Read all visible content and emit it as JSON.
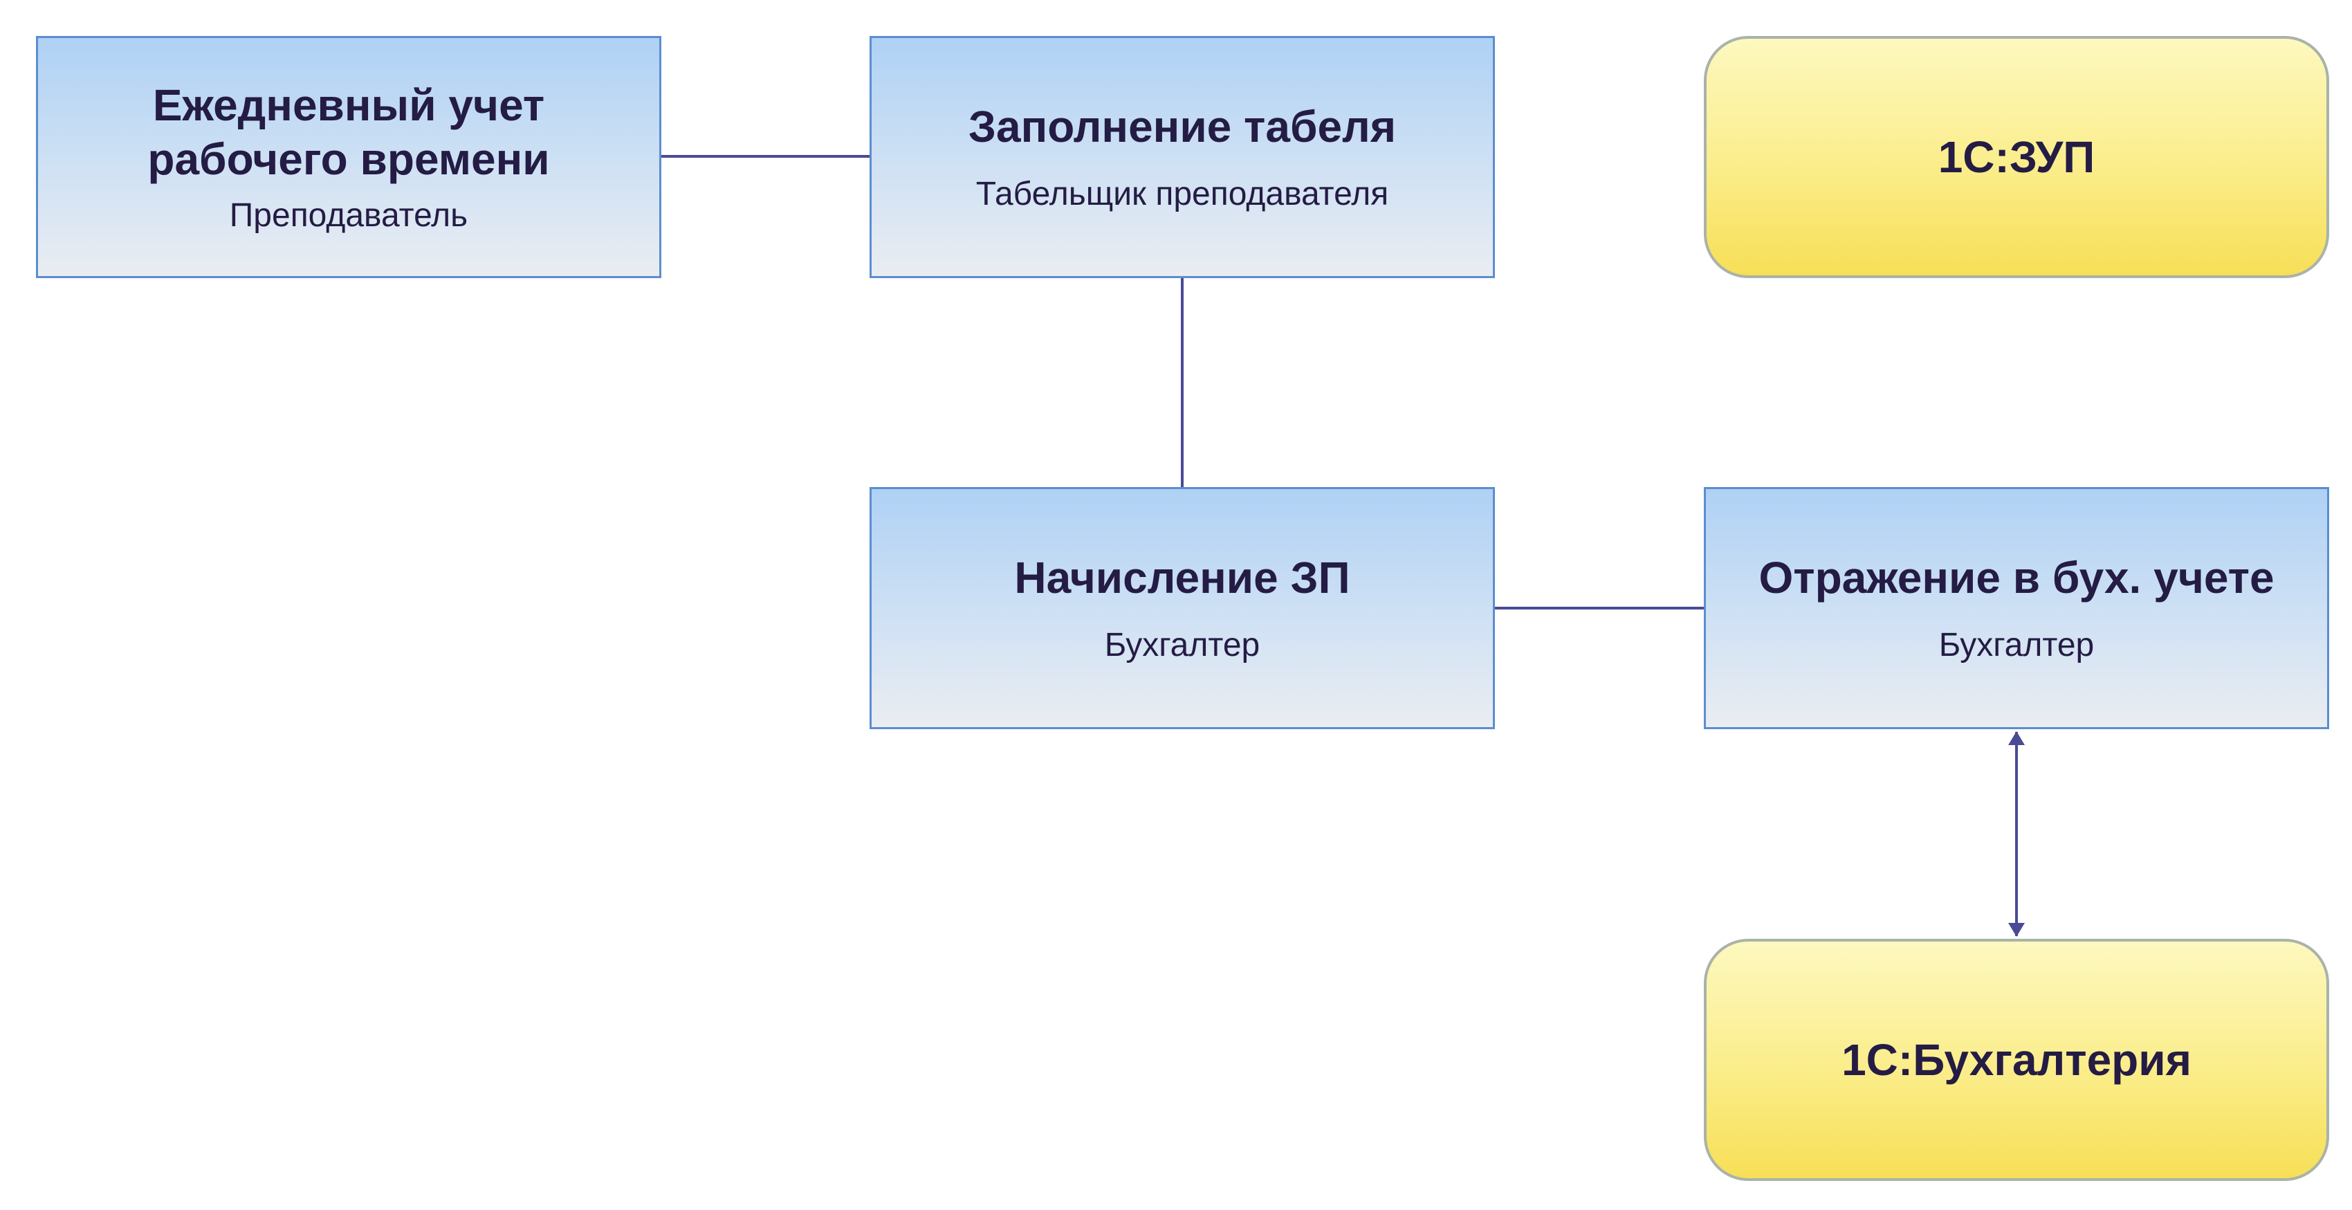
{
  "diagram": {
    "nodes": {
      "daily": {
        "title": "Ежедневный учет\nрабочего времени",
        "role": "Преподаватель"
      },
      "timesheet": {
        "title": "Заполнение табеля",
        "role": "Табельщик преподавателя"
      },
      "zup": {
        "title": "1С:ЗУП"
      },
      "payroll": {
        "title": "Начисление ЗП",
        "role": "Бухгалтер"
      },
      "accounting": {
        "title": "Отражение в бух. учете",
        "role": "Бухгалтер"
      },
      "buh": {
        "title": "1С:Бухгалтерия"
      }
    },
    "edges": [
      {
        "from": "daily",
        "to": "timesheet",
        "type": "line"
      },
      {
        "from": "timesheet",
        "to": "payroll",
        "type": "line"
      },
      {
        "from": "payroll",
        "to": "accounting",
        "type": "line"
      },
      {
        "from": "accounting",
        "to": "buh",
        "type": "double-arrow"
      }
    ],
    "colors": {
      "line": "#4a4a96",
      "process_border": "#5b8ed0",
      "process_fill_top": "#afd1f5",
      "process_fill_bottom": "#eaedf2",
      "system_border": "#a9b3a9",
      "system_fill_top": "#fdf8bf",
      "system_fill_bottom": "#f7df57",
      "text": "#241c44"
    }
  }
}
